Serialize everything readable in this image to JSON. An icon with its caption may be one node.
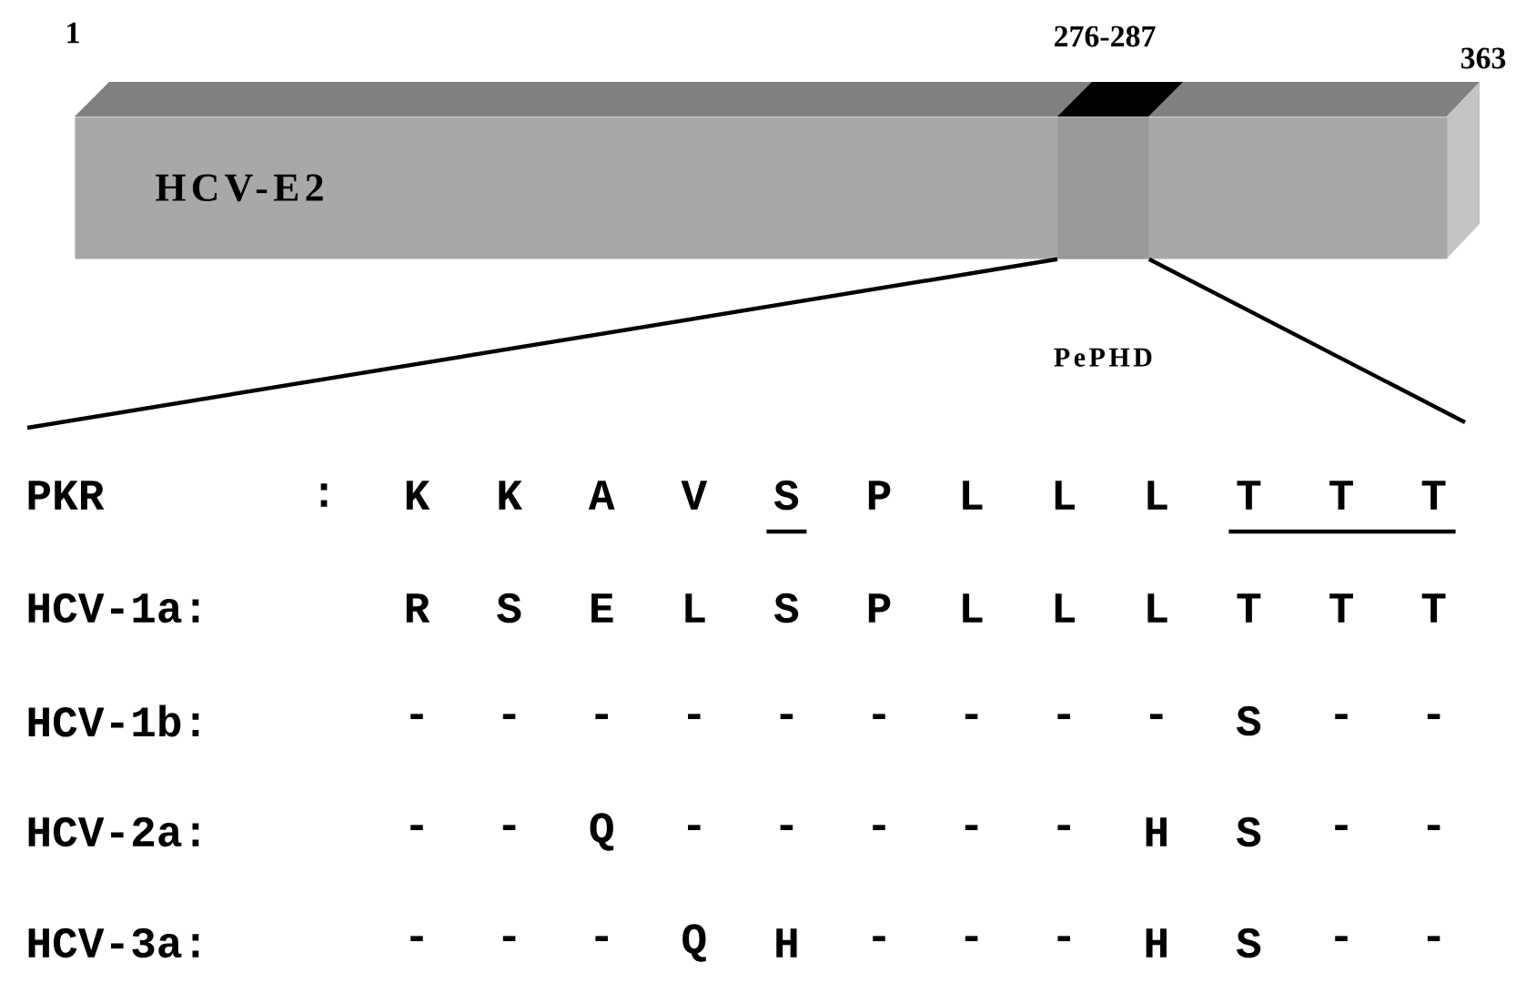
{
  "diagram": {
    "nodes": [
      {
        "text": [
          "HCV-E2"
        ]
      },
      {
        "text": [],
        "shape": "box",
        "in": 0,
        "beside": [
          "PePHD"
        ]
      }
    ],
    "edges": [
      {
        "from": 1,
        "to": null,
        "arrow": "none"
      },
      {
        "from": 1,
        "to": null,
        "arrow": "none"
      }
    ],
    "labels": [
      "1",
      "276-287",
      "363",
      "PKR",
      ":",
      "K",
      "K",
      "A",
      "V",
      "S",
      "P",
      "L",
      "L",
      "L",
      "T",
      "T",
      "T",
      "HCV-1a:",
      "R",
      "S",
      "E",
      "L",
      "S",
      "P",
      "L",
      "L",
      "L",
      "T",
      "T",
      "T",
      "HCV-1b:",
      "-",
      "-",
      "-",
      "-",
      "-",
      "-",
      "-",
      "-",
      "-",
      "S",
      "-",
      "-",
      "HCV-2a:",
      "-",
      "-",
      "Q",
      "-",
      "-",
      "-",
      "-",
      "-",
      "H",
      "S",
      "-",
      "-",
      "HCV-3a:",
      "-",
      "-",
      "-",
      "Q",
      "H",
      "-",
      "-",
      "-",
      "H",
      "S",
      "-",
      "-"
    ]
  }
}
